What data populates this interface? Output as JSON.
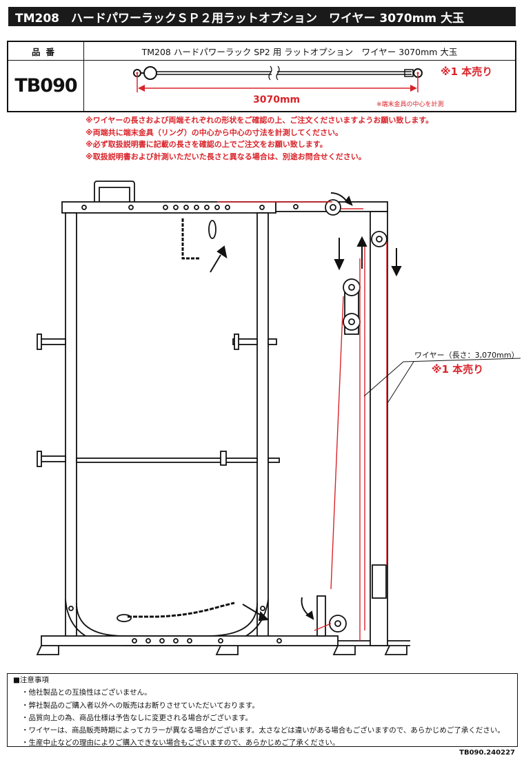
{
  "title": "TM208　ハードパワーラックＳＰ２用ラットオプション　ワイヤー 3070mm 大玉",
  "spec_table": {
    "header_label": "品番",
    "header_desc": "TM208 ハードパワーラック SP2 用 ラットオプション　ワイヤー 3070mm 大玉",
    "product_code": "TB090",
    "length_label": "3070mm",
    "sold_single": "※1 本売り",
    "measure_note": "※端末金具の中心を計測"
  },
  "red_notes": [
    "※ワイヤーの長さおよび両端それぞれの形状をご確認の上、ご注文くださいますようお願い致します。",
    "※両端共に端末金具（リング）の中心から中心の寸法を計測してください。",
    "※必ず取扱説明書に記載の長さを確認の上でご注文をお願い致します。",
    "※取扱説明書および計測いただいた長さと異なる場合は、別途お問合せください。"
  ],
  "diagram": {
    "wire_label": "ワイヤー（長さ：3,070mm）",
    "sold_single": "※1 本売り"
  },
  "caution": {
    "title": "■注意事項",
    "items": [
      "・他社製品との互換性はございません。",
      "・弊社製品のご購入者以外への販売はお断りさせていただいております。",
      "・品質向上の為、商品仕様は予告なしに変更される場合がございます。",
      "・ワイヤーは、商品販売時期によってカラーが異なる場合がございます。太さなどは違いがある場合もございますので、あらかじめご了承ください。",
      "・生産中止などの理由によりご購入できない場合もございますので、あらかじめご了承ください。"
    ]
  },
  "footer_code": "TB090.240227",
  "colors": {
    "accent_red": "#d9232a",
    "title_bg": "#1a1a1a"
  }
}
